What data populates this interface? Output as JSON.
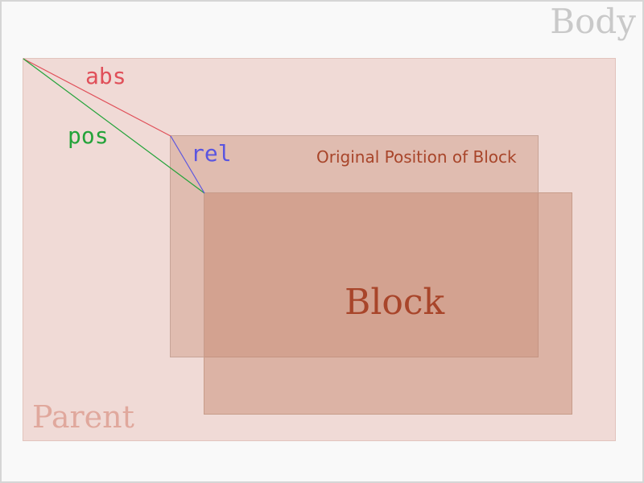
{
  "labels": {
    "body": "Body",
    "parent": "Parent",
    "original_position": "Original Position of Block",
    "block": "Block"
  },
  "vectors": {
    "abs": {
      "label": "abs",
      "color": "#e0505a"
    },
    "pos": {
      "label": "pos",
      "color": "#24a33a"
    },
    "rel": {
      "label": "rel",
      "color": "#5a55e0"
    }
  },
  "colors": {
    "body_bg": "#f9f9f9",
    "parent_bg": "#f0dad6",
    "block_text": "#a8452a"
  }
}
